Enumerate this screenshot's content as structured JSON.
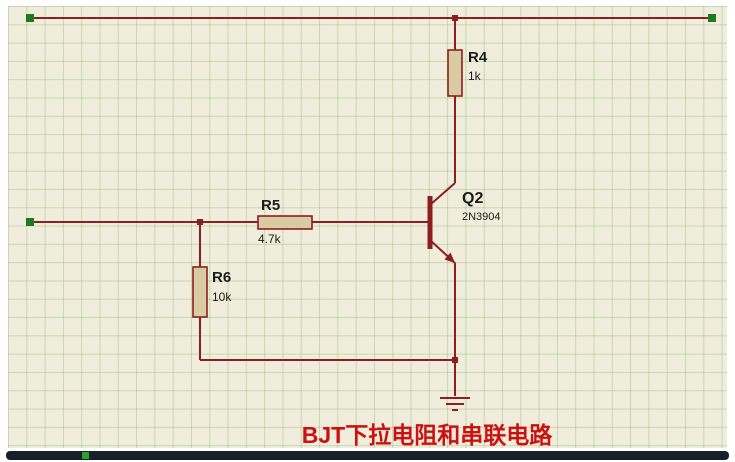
{
  "title": "BJT下拉电阻和串联电路",
  "components": {
    "r4": {
      "ref": "R4",
      "value": "1k"
    },
    "r5": {
      "ref": "R5",
      "value": "4.7k"
    },
    "r6": {
      "ref": "R6",
      "value": "10k"
    },
    "q2": {
      "ref": "Q2",
      "value": "2N3904"
    }
  },
  "colors": {
    "wire": "#8b1f1f",
    "resistor_fill": "#d9cba3",
    "resistor_border": "#8b1f1f",
    "terminal_green": "#1e7a1e",
    "grid_background": "#f0eddc",
    "title_red": "#cc1111",
    "bottom_bar": "#15202b"
  }
}
